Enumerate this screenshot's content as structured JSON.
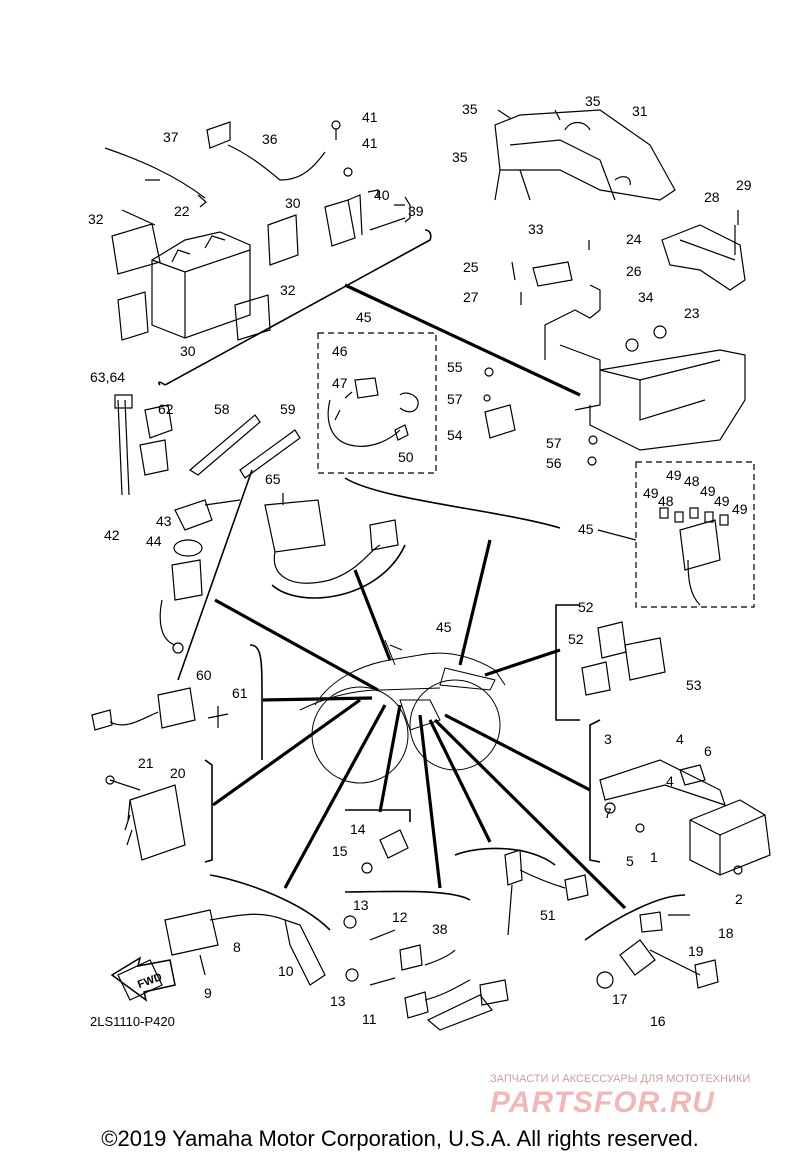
{
  "diagram_code": "2LS1110-P420",
  "copyright": "©2019 Yamaha Motor Corporation, U.S.A. All rights reserved.",
  "watermark": {
    "tagline": "ЗАПЧАСТИ И АКСЕССУАРЫ ДЛЯ МОТОТЕХНИКИ",
    "logo": "PARTSFOR.RU"
  },
  "fwd_label": "FWD",
  "callouts": {
    "c1": "1",
    "c2": "2",
    "c3": "3",
    "c4a": "4",
    "c4b": "4",
    "c5": "5",
    "c6": "6",
    "c7": "7",
    "c8": "8",
    "c9": "9",
    "c10": "10",
    "c11": "11",
    "c12": "12",
    "c13a": "13",
    "c13b": "13",
    "c14": "14",
    "c15": "15",
    "c16": "16",
    "c17": "17",
    "c18": "18",
    "c19": "19",
    "c20": "20",
    "c21": "21",
    "c22": "22",
    "c23": "23",
    "c24": "24",
    "c25": "25",
    "c26": "26",
    "c27": "27",
    "c28": "28",
    "c29": "29",
    "c30a": "30",
    "c30b": "30",
    "c31": "31",
    "c32a": "32",
    "c32b": "32",
    "c33": "33",
    "c34": "34",
    "c35a": "35",
    "c35b": "35",
    "c35c": "35",
    "c36": "36",
    "c37": "37",
    "c38": "38",
    "c39": "39",
    "c40": "40",
    "c41a": "41",
    "c41b": "41",
    "c42": "42",
    "c43": "43",
    "c44": "44",
    "c45a": "45",
    "c45b": "45",
    "c45c": "45",
    "c46": "46",
    "c47": "47",
    "c48a": "48",
    "c48b": "48",
    "c49a": "49",
    "c49b": "49",
    "c49c": "49",
    "c49d": "49",
    "c49e": "49",
    "c50": "50",
    "c51": "51",
    "c52a": "52",
    "c52b": "52",
    "c53": "53",
    "c54": "54",
    "c55": "55",
    "c56": "56",
    "c57a": "57",
    "c57b": "57",
    "c58": "58",
    "c59": "59",
    "c60": "60",
    "c61": "61",
    "c62": "62",
    "c6364": "63,64",
    "c65": "65"
  }
}
